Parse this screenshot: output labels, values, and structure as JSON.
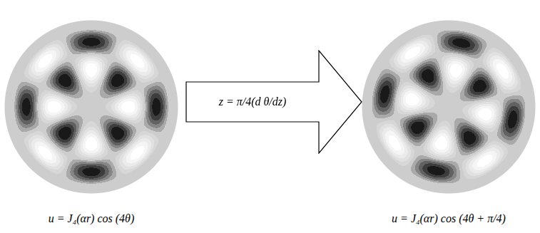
{
  "diagram": {
    "nodes": [
      {
        "text": [
          "z = π/4(d θ/dz)"
        ]
      }
    ],
    "labels": [
      "u = J₄(αr) cos (4θ)",
      "u = J₄(αr) cos (4θ + π/4)"
    ]
  }
}
